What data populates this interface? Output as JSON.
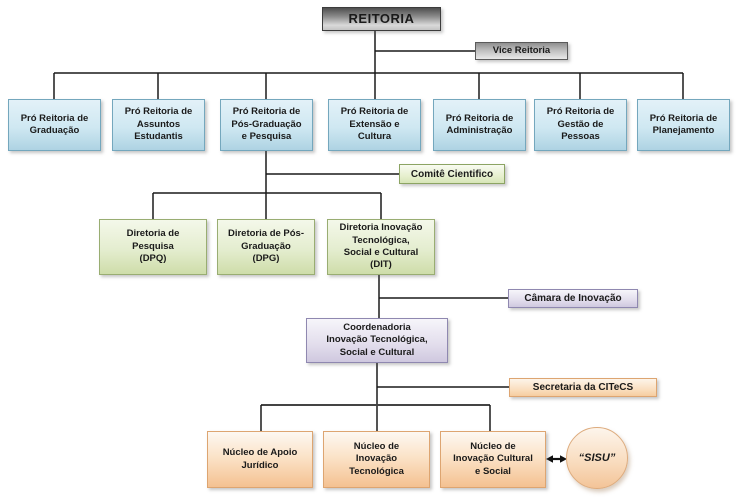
{
  "org_chart": {
    "title": "REITORIA",
    "vice": {
      "label": "Vice Reitoria"
    },
    "pro_reitorias": [
      {
        "label": "Pró Reitoria de\nGraduação"
      },
      {
        "label": "Pró Reitoria de\nAssuntos\nEstudantis"
      },
      {
        "label": "Pró Reitoria de\nPós-Graduação\ne Pesquisa"
      },
      {
        "label": "Pró Reitoria de\nExtensão e\nCultura"
      },
      {
        "label": "Pró Reitoria de\nAdministração"
      },
      {
        "label": "Pró Reitoria de\nGestão de\nPessoas"
      },
      {
        "label": "Pró Reitoria de\nPlanejamento"
      }
    ],
    "comite": {
      "label": "Comitê Cientifico"
    },
    "diretorias": [
      {
        "label": "Diretoria de\nPesquisa\n(DPQ)"
      },
      {
        "label": "Diretoria de Pós-\nGraduação\n(DPG)"
      },
      {
        "label": "Diretoria Inovação\nTecnológica,\nSocial e Cultural\n(DIT)"
      }
    ],
    "camara": {
      "label": "Câmara de Inovação"
    },
    "coordenadoria": {
      "label": "Coordenadoria\nInovação Tecnológica,\nSocial e Cultural"
    },
    "secretaria": {
      "label": "Secretaria da CITeCS"
    },
    "nucleos": [
      {
        "label": "Núcleo de Apoio\nJurídico"
      },
      {
        "label": "Núcleo de\nInovação\nTecnológica"
      },
      {
        "label": "Núcleo de\nInovação Cultural\ne Social"
      }
    ],
    "sisu": {
      "label": "“SISU”"
    },
    "colors": {
      "pro_reitoria_fill": "#cfe8f2",
      "diretoria_fill": "#e4edcf",
      "coordenadoria_fill": "#e2ddec",
      "nucleo_fill": "#fbe3c8",
      "root_fill": "#8a8a8a",
      "line": "#1a1a1a"
    }
  }
}
